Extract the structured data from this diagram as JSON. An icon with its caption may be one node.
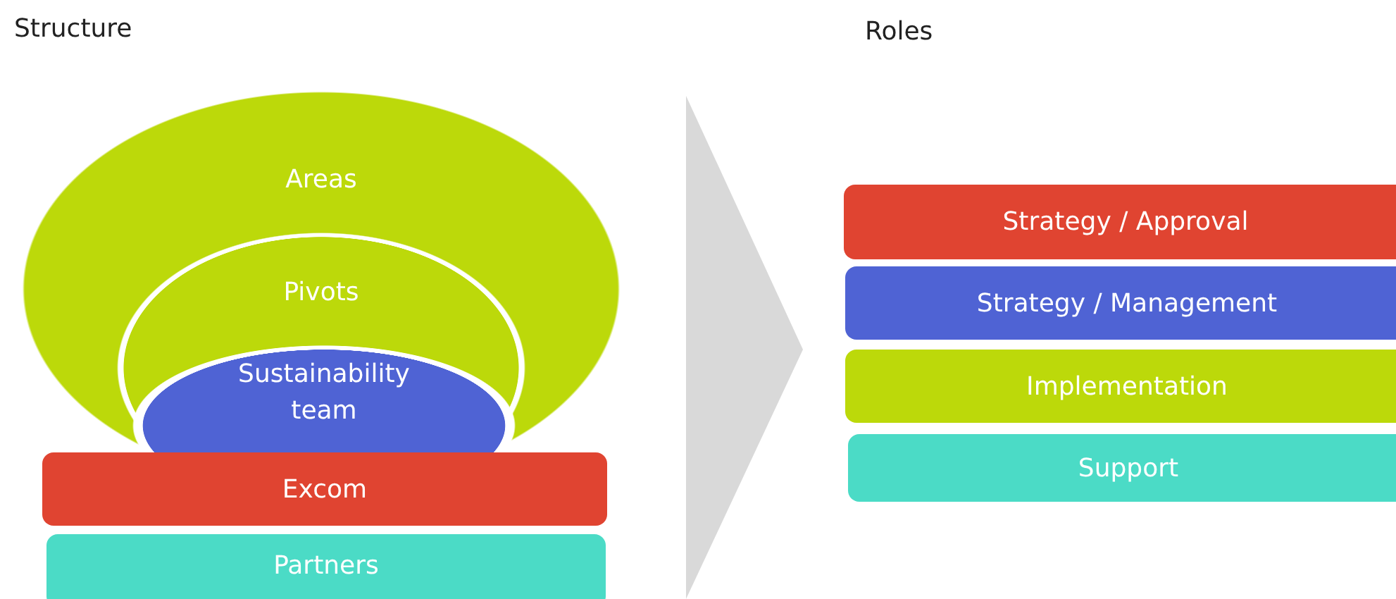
{
  "diagram": {
    "nodes": [
      {
        "text": [
          "Areas"
        ]
      },
      {
        "text": [
          "Pivots"
        ],
        "in": 0
      },
      {
        "text": [
          "Sustainability team"
        ],
        "in": 1
      },
      {
        "text": [
          "Excom"
        ]
      },
      {
        "text": [
          "Partners"
        ]
      },
      {
        "text": [
          "Strategy / Approval"
        ]
      },
      {
        "text": [
          "Strategy / Management"
        ]
      },
      {
        "text": [
          "Implementation"
        ]
      },
      {
        "text": [
          "Support"
        ]
      }
    ],
    "labels": [
      "Structure",
      "Roles"
    ]
  }
}
